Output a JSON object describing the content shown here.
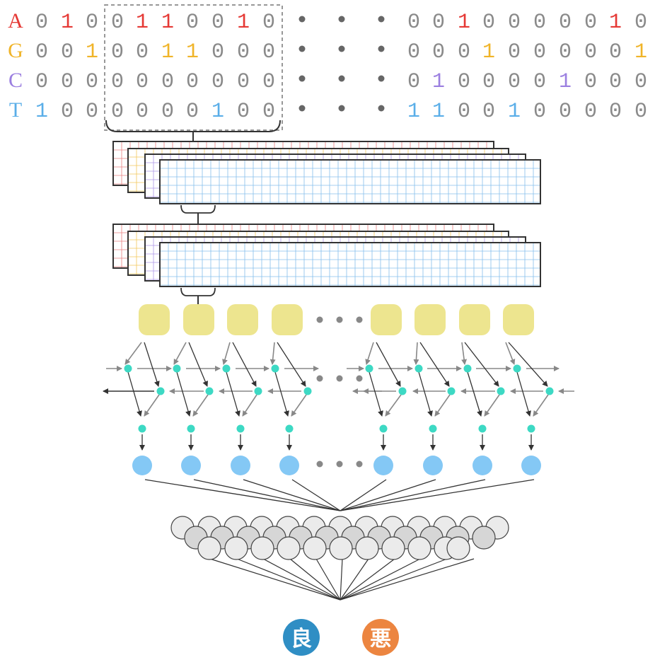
{
  "colors": {
    "A": "#e53935",
    "G": "#f0b429",
    "C": "#9b7fe0",
    "T": "#5aaee8",
    "zero": "#8a8a8a",
    "frame_border": "#333333",
    "frame_grid_1": "#e57373",
    "frame_grid_2": "#f2c24a",
    "frame_grid_3": "#a48be6",
    "frame_grid_4": "#7ab8ea",
    "pool": "#ede58f",
    "lstm_node": "#3dd9c4",
    "output_node": "#84c8f5",
    "dense_fill_a": "#ebebeb",
    "dense_fill_b": "#d6d6d6",
    "good": "#2f8ec4",
    "bad": "#ec8540"
  },
  "sequence": {
    "rows": [
      {
        "base": "A",
        "left": [
          "0",
          "1",
          "0",
          "0",
          "1",
          "1",
          "0",
          "0",
          "1",
          "0"
        ],
        "right": [
          "0",
          "0",
          "1",
          "0",
          "0",
          "0",
          "0",
          "0",
          "1",
          "0"
        ]
      },
      {
        "base": "G",
        "left": [
          "0",
          "0",
          "1",
          "0",
          "0",
          "1",
          "1",
          "0",
          "0",
          "0"
        ],
        "right": [
          "0",
          "0",
          "0",
          "1",
          "0",
          "0",
          "0",
          "0",
          "0",
          "1"
        ]
      },
      {
        "base": "C",
        "left": [
          "0",
          "0",
          "0",
          "0",
          "0",
          "0",
          "0",
          "0",
          "0",
          "0"
        ],
        "right": [
          "0",
          "1",
          "0",
          "0",
          "0",
          "0",
          "1",
          "0",
          "0",
          "0"
        ]
      },
      {
        "base": "T",
        "left": [
          "1",
          "0",
          "0",
          "0",
          "0",
          "0",
          "0",
          "1",
          "0",
          "0"
        ],
        "right": [
          "1",
          "1",
          "0",
          "0",
          "1",
          "0",
          "0",
          "0",
          "0",
          "0"
        ]
      }
    ]
  },
  "labels": {
    "good": "良",
    "bad": "悪"
  }
}
